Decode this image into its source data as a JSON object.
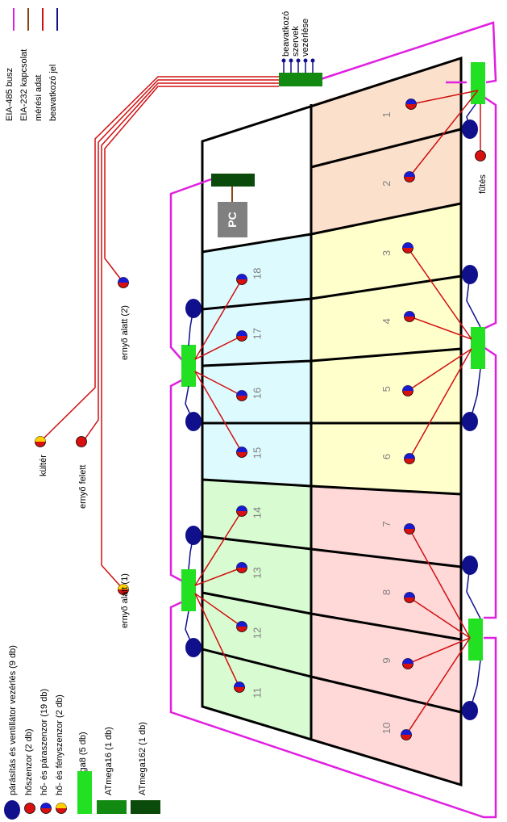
{
  "legend_top": {
    "items": [
      {
        "label": "EIA-485 busz",
        "color": "#e020e0"
      },
      {
        "label": "EIA-232 kapcsolat",
        "color": "#8b4513"
      },
      {
        "label": "mérési adat",
        "color": "#d01010"
      },
      {
        "label": "beavatkozó jel",
        "color": "#10108c"
      }
    ]
  },
  "legend_bottom": {
    "items": [
      {
        "label": "párásítás és ventillátor vezérlés (9 db)",
        "icon": "blue-ellipse"
      },
      {
        "label": "hőszenzor (2 db)",
        "icon": "red-circle"
      },
      {
        "label": "hő- és páraszenzor (19 db)",
        "icon": "red-blue-circle"
      },
      {
        "label": "hő- és fényszenzor (2 db)",
        "icon": "yellow-red-circle"
      },
      {
        "label": "ATmega8 (5 db)",
        "icon": "light-green-box"
      },
      {
        "label": "ATmega16 (1 db)",
        "icon": "green-box"
      },
      {
        "label": "ATmega162 (1 db)",
        "icon": "dark-green-box"
      }
    ]
  },
  "actuator_label": [
    "beavatkozó",
    "szervek",
    "vezérlése"
  ],
  "pc_label": "PC",
  "sensors": {
    "kulter": "kültér",
    "ernyo_felett": "ernyő felett",
    "ernyo_alatt_1": "ernyő alatt (1)",
    "ernyo_alatt_2": "ernyő alatt (2)",
    "futes": "fűtés"
  },
  "zones": [
    "1",
    "2",
    "3",
    "4",
    "5",
    "6",
    "7",
    "8",
    "9",
    "10",
    "11",
    "12",
    "13",
    "14",
    "15",
    "16",
    "17",
    "18"
  ],
  "colors": {
    "bus": "#e020e0",
    "rs232": "#8b4513",
    "measure": "#d01010",
    "control": "#10108c",
    "atmega8": "#22e022",
    "atmega16": "#128a12",
    "atmega162": "#0a4a0a",
    "peach": "#fbe0cc",
    "yellow": "#ffffcc",
    "cyan": "#ddfafe",
    "green": "#d8fbd2",
    "pink": "#ffd8d8",
    "pcbox": "#808080"
  }
}
